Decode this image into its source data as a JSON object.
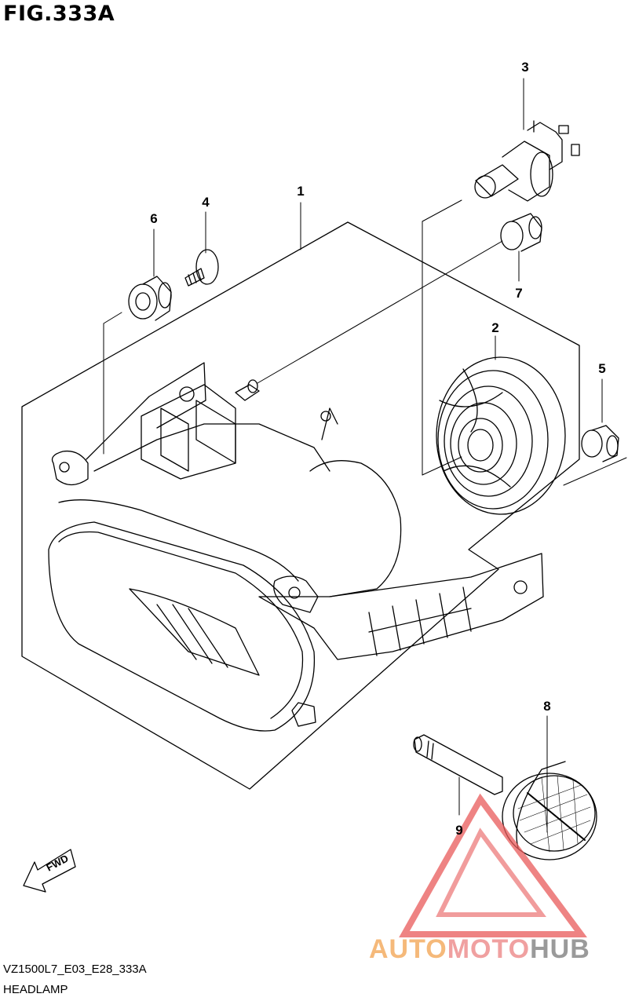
{
  "figure": {
    "title": "FIG.333A",
    "model_code": "VZ1500L7_E03_E28_333A",
    "section_name": "HEADLAMP"
  },
  "callouts": [
    {
      "id": "c1",
      "label": "1"
    },
    {
      "id": "c2",
      "label": "2"
    },
    {
      "id": "c3",
      "label": "3"
    },
    {
      "id": "c4",
      "label": "4"
    },
    {
      "id": "c5",
      "label": "5"
    },
    {
      "id": "c6",
      "label": "6"
    },
    {
      "id": "c7",
      "label": "7"
    },
    {
      "id": "c8",
      "label": "8"
    },
    {
      "id": "c9",
      "label": "9"
    }
  ],
  "direction_marker": {
    "label": "FWD"
  },
  "watermark": {
    "part1": "AUTO",
    "part2": "MOTO",
    "part3": "HUB",
    "colors": {
      "auto": "#f5b97a",
      "moto": "#f0a0a0",
      "hub": "#9a9a9a",
      "triangle": "#e85a5a"
    }
  }
}
